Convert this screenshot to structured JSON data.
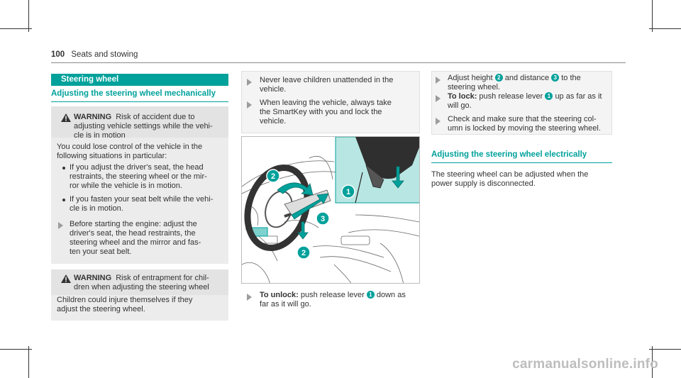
{
  "header": {
    "page_number": "100",
    "title": "Seats and stowing"
  },
  "left": {
    "section_title": "Steering wheel",
    "subheading": "Adjusting the steering wheel mechanically",
    "warning1": {
      "label": "WARNING",
      "title_l1": "Risk of accident due to",
      "title_l2": "adjusting vehicle settings while the vehi-",
      "title_l3": "cle is in motion",
      "body_l1": "You could lose control of the vehicle in the",
      "body_l2": "following situations in particular:",
      "bullet1_l1": "If you adjust the driver's seat, the head",
      "bullet1_l2": "restraints, the steering wheel or the mir-",
      "bullet1_l3": "ror while the vehicle is in motion.",
      "bullet2_l1": "If you fasten your seat belt while the vehi-",
      "bullet2_l2": "cle is in motion.",
      "step_l1": "Before starting the engine: adjust the",
      "step_l2": "driver's seat, the head restraints, the",
      "step_l3": "steering wheel and the mirror and fas-",
      "step_l4": "ten your seat belt."
    },
    "warning2": {
      "label": "WARNING",
      "title_l1": "Risk of entrapment for chil-",
      "title_l2": "dren when adjusting the steering wheel",
      "body_l1": "Children could injure themselves if they",
      "body_l2": "adjust the steering wheel."
    }
  },
  "middle": {
    "step1_l1": "Never leave children unattended in the",
    "step1_l2": "vehicle.",
    "step2_l1": "When leaving the vehicle, always take",
    "step2_l2": "the SmartKey with you and lock the",
    "step2_l3": "vehicle.",
    "callouts": [
      "1",
      "2",
      "3",
      "2"
    ],
    "unlock_label": "To unlock:",
    "unlock_l1_a": "push release lever",
    "unlock_num": "1",
    "unlock_l1_b": "down as",
    "unlock_l2": "far as it will go."
  },
  "right": {
    "adj_l1_a": "Adjust height",
    "adj_num1": "2",
    "adj_l1_b": "and distance",
    "adj_num2": "3",
    "adj_l1_c": "to the",
    "adj_l2": "steering wheel.",
    "lock_label": "To lock:",
    "lock_l1_a": "push release lever",
    "lock_num": "1",
    "lock_l1_b": "up as far as it",
    "lock_l2": "will go.",
    "check_l1": "Check and make sure that the steering col-",
    "check_l2": "umn is locked by moving the steering wheel.",
    "subheading": "Adjusting the steering wheel electrically",
    "elec_l1": "The steering wheel can be adjusted when the",
    "elec_l2": "power supply is disconnected."
  },
  "footer": {
    "watermark": "carmanualsonline.info"
  },
  "colors": {
    "accent": "#00a19b",
    "text": "#333333",
    "panel": "#ececec"
  }
}
